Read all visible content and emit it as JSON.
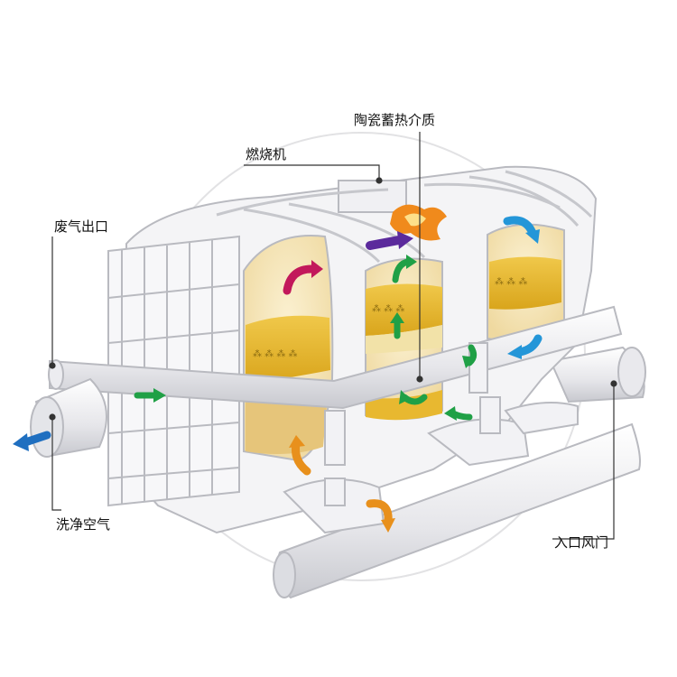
{
  "labels": {
    "ceramic_media": "陶瓷蓄热介质",
    "burner": "燃烧机",
    "exhaust_outlet": "废气出口",
    "clean_air": "洗净空气",
    "inlet_damper": "入口风门"
  },
  "colors": {
    "equipment_fill": "#f4f4f6",
    "equipment_stroke": "#b9bac0",
    "chamber_media": "#e8b830",
    "chamber_glow": "#f6e7b8",
    "flame": "#f08a1c",
    "arrow_green": "#20a046",
    "arrow_blue_out": "#1f6fc0",
    "arrow_orange": "#e8901c",
    "arrow_magenta": "#c2185b",
    "arrow_purple": "#5b2a9c",
    "arrow_cyan": "#2496d8",
    "leader": "#333333"
  }
}
